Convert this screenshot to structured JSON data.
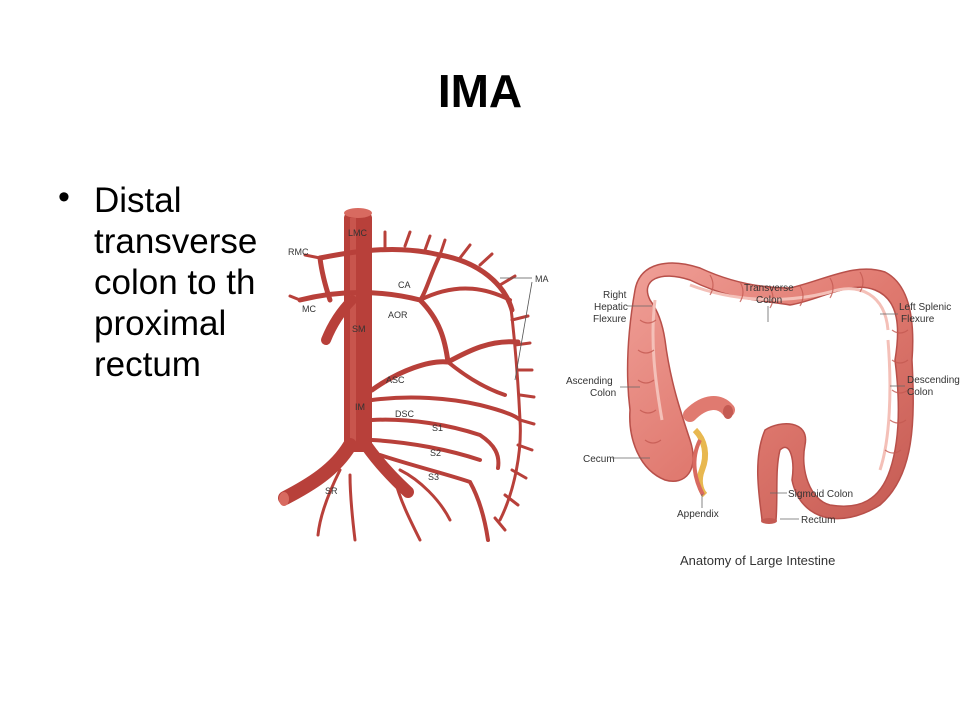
{
  "slide": {
    "title": "IMA",
    "bullet_lines": [
      "Distal",
      "transverse",
      "colon to th",
      "proximal",
      "rectum"
    ]
  },
  "artery_labels": {
    "lmc": "LMC",
    "rmc": "RMC",
    "mc": "MC",
    "ca": "CA",
    "ma": "MA",
    "sm": "SM",
    "aor": "AOR",
    "asc": "ASC",
    "im": "IM",
    "dsc": "DSC",
    "s1": "S1",
    "s2": "S2",
    "s3": "S3",
    "sr": "SR"
  },
  "colon_labels": {
    "right_hepatic_1": "Right",
    "right_hepatic_2": "Hepatic",
    "right_hepatic_3": "Flexure",
    "transverse_1": "Transverse",
    "transverse_2": "Colon",
    "left_splenic_1": "Left Splenic",
    "left_splenic_2": "Flexure",
    "ascending_1": "Ascending",
    "ascending_2": "Colon",
    "descending_1": "Descending",
    "descending_2": "Colon",
    "cecum": "Cecum",
    "sigmoid": "Sigmoid Colon",
    "appendix": "Appendix",
    "rectum": "Rectum",
    "caption": "Anatomy of Large Intestine"
  },
  "colors": {
    "artery": "#b8403a",
    "artery_light": "#d86a60",
    "colon": "#e07a70",
    "colon_dark": "#b8504a",
    "appendix_fat": "#e8b850"
  }
}
